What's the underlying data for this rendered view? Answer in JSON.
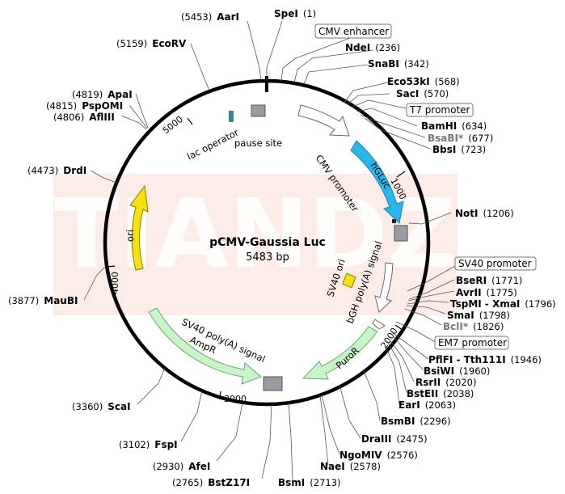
{
  "plasmid": {
    "name": "pCMV-Gaussia Luc",
    "size": "5483 bp"
  },
  "watermark": "TIANDZ",
  "ticks": [
    "1000",
    "2000",
    "3000",
    "4000",
    "5000"
  ],
  "sites": [
    {
      "name": "SpeI",
      "pos": "(1)",
      "grey": false
    },
    {
      "name": "NdeI",
      "pos": "(236)",
      "grey": false
    },
    {
      "name": "SnaBI",
      "pos": "(342)",
      "grey": false
    },
    {
      "name": "Eco53kI",
      "pos": "(568)",
      "grey": false
    },
    {
      "name": "SacI",
      "pos": "(570)",
      "grey": false
    },
    {
      "name": "BamHI",
      "pos": "(634)",
      "grey": false
    },
    {
      "name": "BsaBI*",
      "pos": "(677)",
      "grey": true
    },
    {
      "name": "BbsI",
      "pos": "(723)",
      "grey": false
    },
    {
      "name": "NotI",
      "pos": "(1206)",
      "grey": false
    },
    {
      "name": "BseRI",
      "pos": "(1771)",
      "grey": false
    },
    {
      "name": "AvrII",
      "pos": "(1775)",
      "grey": false
    },
    {
      "name": "TspMI - XmaI",
      "pos": "(1796)",
      "grey": false
    },
    {
      "name": "SmaI",
      "pos": "(1798)",
      "grey": false
    },
    {
      "name": "BclI*",
      "pos": "(1826)",
      "grey": true
    },
    {
      "name": "PflFI - Tth111I",
      "pos": "(1946)",
      "grey": false
    },
    {
      "name": "BsiWI",
      "pos": "(1960)",
      "grey": false
    },
    {
      "name": "RsrII",
      "pos": "(2020)",
      "grey": false
    },
    {
      "name": "BstEII",
      "pos": "(2038)",
      "grey": false
    },
    {
      "name": "EarI",
      "pos": "(2063)",
      "grey": false
    },
    {
      "name": "BsmBI",
      "pos": "(2296)",
      "grey": false
    },
    {
      "name": "DraIII",
      "pos": "(2475)",
      "grey": false
    },
    {
      "name": "NgoMIV",
      "pos": "(2576)",
      "grey": false
    },
    {
      "name": "NaeI",
      "pos": "(2578)",
      "grey": false
    },
    {
      "name": "BsmI",
      "pos": "(2713)",
      "grey": false
    },
    {
      "name": "BstZ17I",
      "pos": "(2765)",
      "grey": false
    },
    {
      "name": "AfeI",
      "pos": "(2930)",
      "grey": false
    },
    {
      "name": "FspI",
      "pos": "(3102)",
      "grey": false
    },
    {
      "name": "ScaI",
      "pos": "(3360)",
      "grey": false
    },
    {
      "name": "MauBI",
      "pos": "(3877)",
      "grey": false
    },
    {
      "name": "DrdI",
      "pos": "(4473)",
      "grey": false
    },
    {
      "name": "AflIII",
      "pos": "(4806)",
      "grey": false
    },
    {
      "name": "PspOMI",
      "pos": "(4815)",
      "grey": false
    },
    {
      "name": "ApaI",
      "pos": "(4819)",
      "grey": false
    },
    {
      "name": "EcoRV",
      "pos": "(5159)",
      "grey": false
    },
    {
      "name": "AarI",
      "pos": "(5453)",
      "grey": false
    }
  ],
  "boxed_features": [
    "CMV enhancer",
    "T7 promoter",
    "SV40 promoter",
    "EM7 promoter"
  ],
  "features": {
    "cmv_promoter": "CMV promoter",
    "hgluc": "hGLuc",
    "sv40_ori": "SV40 ori",
    "bgh_polya": "bGH poly(A) signal",
    "puror": "PuroR",
    "sv40_polya": "SV40 poly(A) signal",
    "ampr": "AmpR",
    "ori": "ori",
    "lac_operator": "lac operator",
    "pause_site": "pause site"
  },
  "colors": {
    "backbone": "#000000",
    "hgluc": "#29b6e8",
    "ori": "#f7e10c",
    "sv40_ori": "#f7e10c",
    "ampr": "#c8f5c8",
    "puror": "#c8f5c8",
    "promoter": "#ffffff",
    "terminator": "#9a9aa2",
    "lac_operator": "#2e8a95",
    "watermark": "#f6d4cc"
  }
}
